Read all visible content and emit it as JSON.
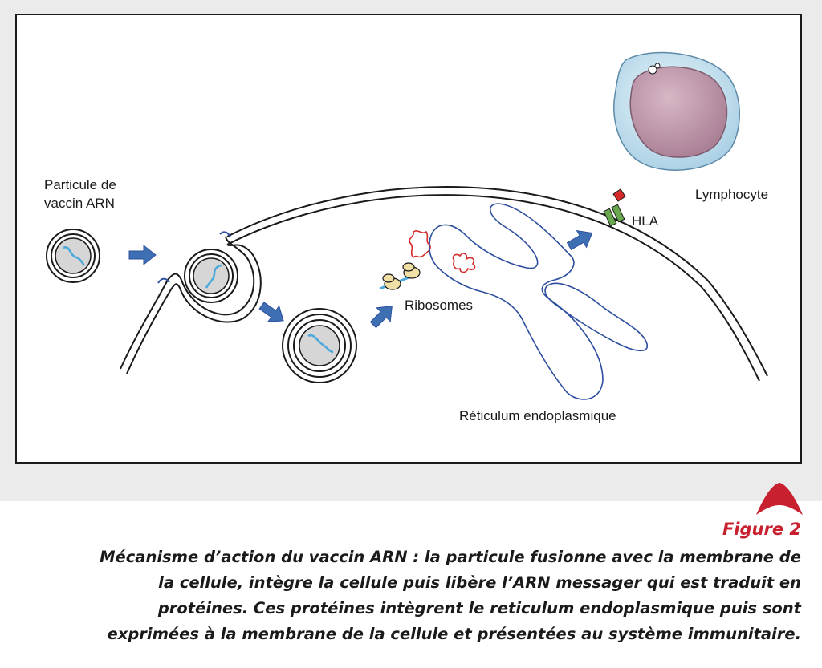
{
  "diagram": {
    "labels": {
      "particle": "Particule de vaccin ARN",
      "ribosomes": "Ribosomes",
      "reticulum": "Réticulum endoplasmique",
      "hla": "HLA",
      "lymphocyte": "Lymphocyte"
    }
  },
  "figure": {
    "tag": "Figure 2",
    "caption": "Mécanisme d’action du vaccin ARN : la particule fusionne avec la membrane de la cellule, intègre la cellule puis libère l’ARN messager qui est traduit en protéines. Ces protéines intègrent le reticulum endoplasmique puis sont exprimées à la membrane de la cellule et présentées au système immunitaire."
  },
  "colors": {
    "frame_bg": "#ebebeb",
    "accent": "#c8202f",
    "arrow": "#3f6fb3",
    "rna": "#4aa8dc",
    "protein": "#d62a2a",
    "membrane": "#1a1a1a",
    "reticulum": "#2d4f9e",
    "lymphocyte_nucleus": "#b58fa2",
    "lymphocyte_cyto": "#cfe6f2"
  },
  "icons": [
    "arrow-icon",
    "rna-strand-icon",
    "ribosome-icon",
    "hla-receptor-icon",
    "figure-badge-icon"
  ]
}
